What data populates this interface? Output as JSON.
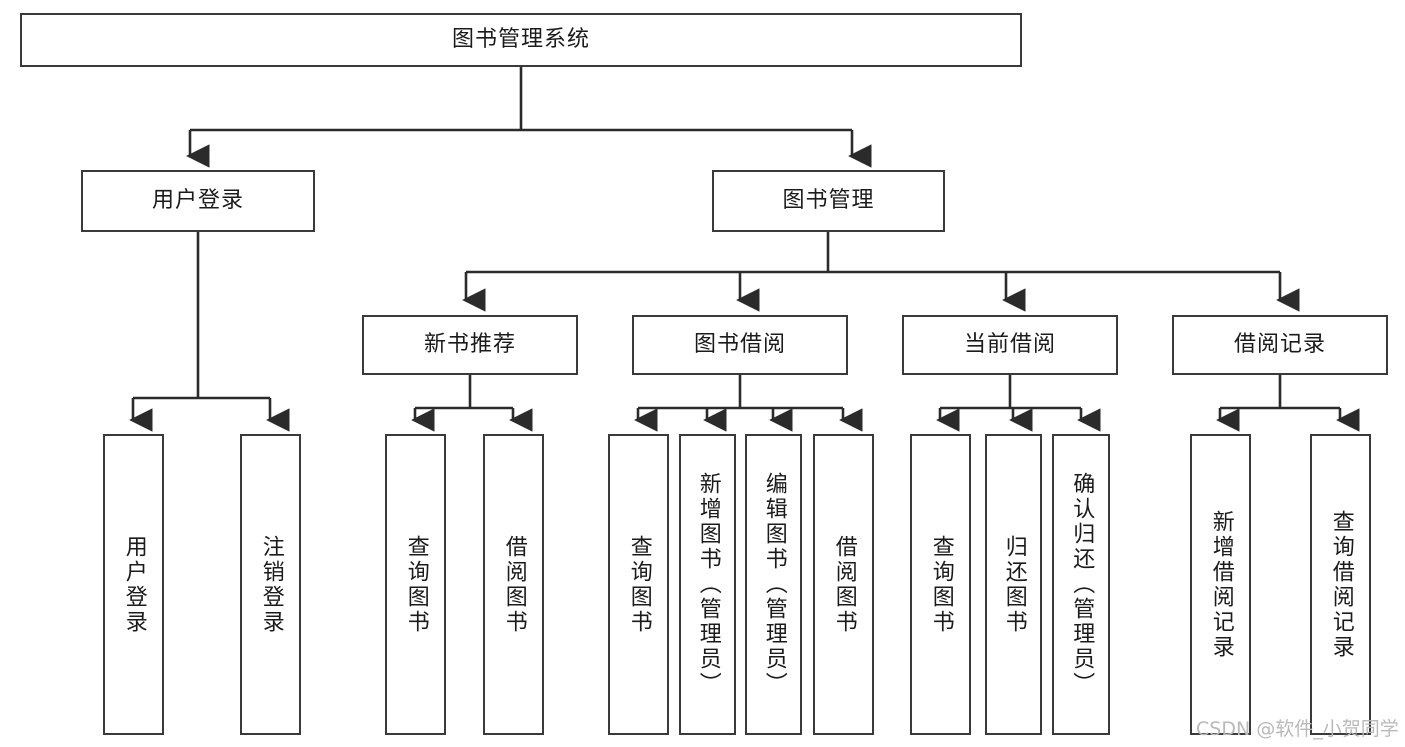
{
  "diagram": {
    "type": "tree",
    "title": "图书管理系统",
    "watermark": "CSDN @软件_小贺同学",
    "colors": {
      "box_border": "#3a3a3a",
      "box_fill": "#ffffff",
      "edge": "#2b2b2b",
      "text": "#1b1b1b",
      "watermark": "#b9b9b9",
      "background": "#ffffff"
    },
    "levels": {
      "root": {
        "label": "图书管理系统"
      },
      "level2": [
        {
          "label": "用户登录"
        },
        {
          "label": "图书管理"
        }
      ],
      "level3": [
        {
          "label": "新书推荐"
        },
        {
          "label": "图书借阅"
        },
        {
          "label": "当前借阅"
        },
        {
          "label": "借阅记录"
        }
      ],
      "leaves": {
        "user_login": [
          {
            "label": "用户登录"
          },
          {
            "label": "注销登录"
          }
        ],
        "new_book_recommend": [
          {
            "label": "查询图书"
          },
          {
            "label": "借阅图书"
          }
        ],
        "book_borrow": [
          {
            "label": "查询图书"
          },
          {
            "label": "新增图书（管理员）"
          },
          {
            "label": "编辑图书（管理员）"
          },
          {
            "label": "借阅图书"
          }
        ],
        "current_borrow": [
          {
            "label": "查询图书"
          },
          {
            "label": "归还图书"
          },
          {
            "label": "确认归还（管理员）"
          }
        ],
        "borrow_record": [
          {
            "label": "新增借阅记录"
          },
          {
            "label": "查询借阅记录"
          }
        ]
      }
    }
  }
}
